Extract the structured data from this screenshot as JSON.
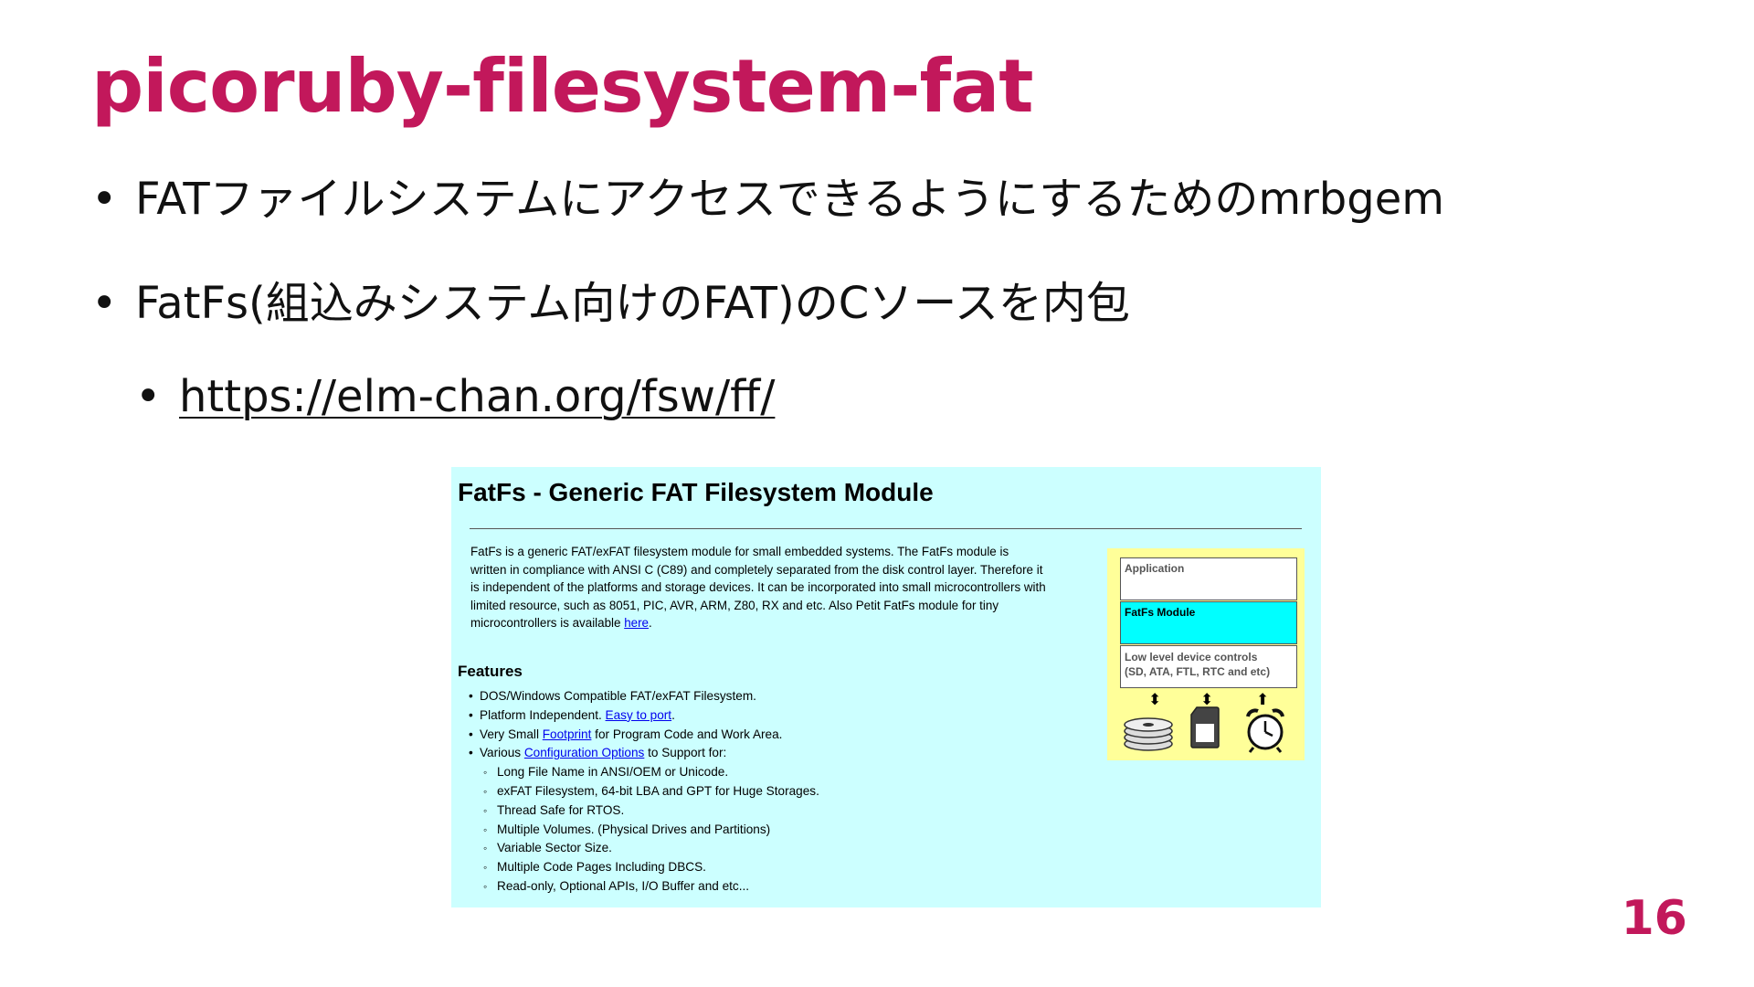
{
  "slide": {
    "title": "picoruby-filesystem-fat",
    "page_number": "16",
    "bullets": [
      {
        "marker": "•",
        "text": "FATファイルシステムにアクセスできるようにするためのmrbgem"
      },
      {
        "marker": "•",
        "text": "FatFs(組込みシステム向けのFAT)のCソースを内包"
      },
      {
        "marker": "•",
        "text": "https://elm-chan.org/fsw/ff/"
      }
    ]
  },
  "screenshot": {
    "title": "FatFs - Generic FAT Filesystem Module",
    "description": [
      "FatFs is a generic FAT/exFAT filesystem module for small embedded systems. The FatFs module is",
      "written in compliance with ANSI C (C89) and completely separated from the disk control layer. Therefore it",
      "is independent of the platforms and storage devices. It can be incorporated into small microcontrollers with",
      "limited resource, such as 8051, PIC, AVR, ARM, Z80, RX and etc. Also Petit FatFs module for tiny",
      "microcontrollers is available "
    ],
    "description_link": "here",
    "description_end": ".",
    "features_heading": "Features",
    "features": {
      "f1": "DOS/Windows Compatible FAT/exFAT Filesystem.",
      "f2_pre": "Platform Independent. ",
      "f2_link": "Easy to port",
      "f2_post": ".",
      "f3_pre": "Very Small ",
      "f3_link": "Footprint",
      "f3_post": " for Program Code and Work Area.",
      "f4_pre": "Various ",
      "f4_link": "Configuration Options",
      "f4_post": " to Support for:",
      "sub": [
        "Long File Name in ANSI/OEM or Unicode.",
        "exFAT Filesystem, 64-bit LBA and GPT for Huge Storages.",
        "Thread Safe for RTOS.",
        "Multiple Volumes. (Physical Drives and Partitions)",
        "Variable Sector Size.",
        "Multiple Code Pages Including DBCS.",
        "Read-only, Optional APIs, I/O Buffer and etc..."
      ]
    },
    "diagram": {
      "application": "Application",
      "fatfs_module": "FatFs Module",
      "low_level_1": "Low level device controls",
      "low_level_2": "(SD, ATA, FTL, RTC and etc)",
      "icons": [
        "disk-stack-icon",
        "sd-card-icon",
        "alarm-clock-icon"
      ]
    },
    "colors": {
      "background": "#ccffff",
      "diagram_bg": "#ffff99",
      "fatfs_box": "#00ffff",
      "link": "#0000ee"
    }
  },
  "colors": {
    "accent": "#c2185b"
  }
}
